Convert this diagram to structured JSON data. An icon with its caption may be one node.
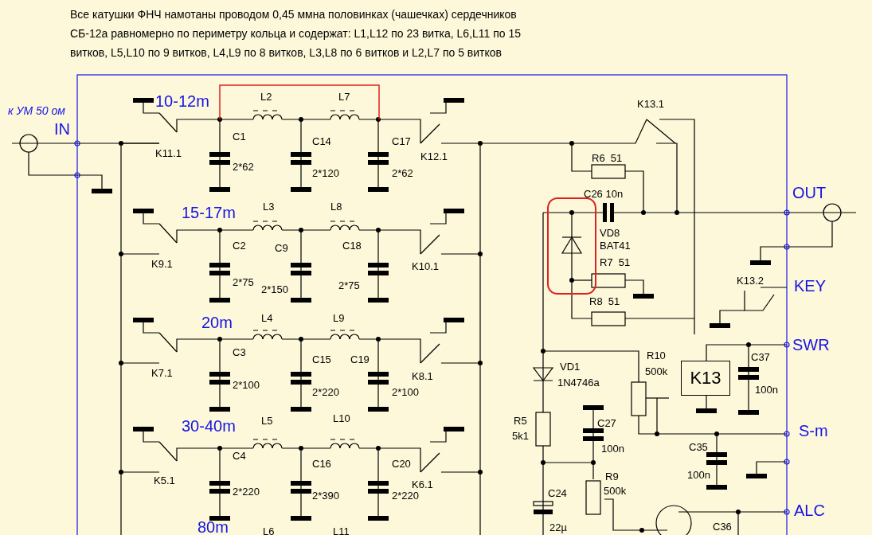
{
  "diagram": {
    "nodes": [
      {
        "text": [
          "K13"
        ]
      }
    ],
    "labels": [
      "Все катушки ФНЧ намотаны проводом 0,45 ммна половинках (чашечках) сердечников СБ-12а равномерно по периметру кольца и содержат: L1,L12 по 23 витка, L6,L11 по 15 витков, L5,L10 по 9 витков, L4,L9 по 8 витков, L3,L8 по 6 витков и L2,L7 по 5 витков",
      "к УМ 50 ом",
      "IN",
      "10-12m",
      "L2",
      "L7",
      "K11.1",
      "C1",
      "2*62",
      "C14",
      "2*120",
      "C17",
      "2*62",
      "K12.1",
      "K13.1",
      "R6  51",
      "C26 10n",
      "OUT",
      "VD8",
      "BAT41",
      "R7  51",
      "15-17m",
      "L3",
      "L8",
      "C2",
      "C9",
      "C18",
      "K9.1",
      "K10.1",
      "2*75",
      "2*150",
      "2*75",
      "K13.2",
      "KEY",
      "R8  51",
      "20m",
      "L4",
      "L9",
      "C3",
      "C15",
      "C19",
      "K7.1",
      "K8.1",
      "2*100",
      "2*220",
      "2*100",
      "SWR",
      "R10",
      "500k",
      "VD1",
      "1N4746a",
      "C37",
      "100n",
      "30-40m",
      "L5",
      "L10",
      "C4",
      "C16",
      "C20",
      "R5",
      "5k1",
      "C27",
      "S-m",
      "K5.1",
      "K6.1",
      "2*220",
      "2*390",
      "2*220",
      "100n",
      "C35",
      "R9",
      "100n",
      "C24",
      "500k",
      "ALC",
      "80m",
      "L6",
      "L11",
      "22µ",
      "C36"
    ]
  }
}
